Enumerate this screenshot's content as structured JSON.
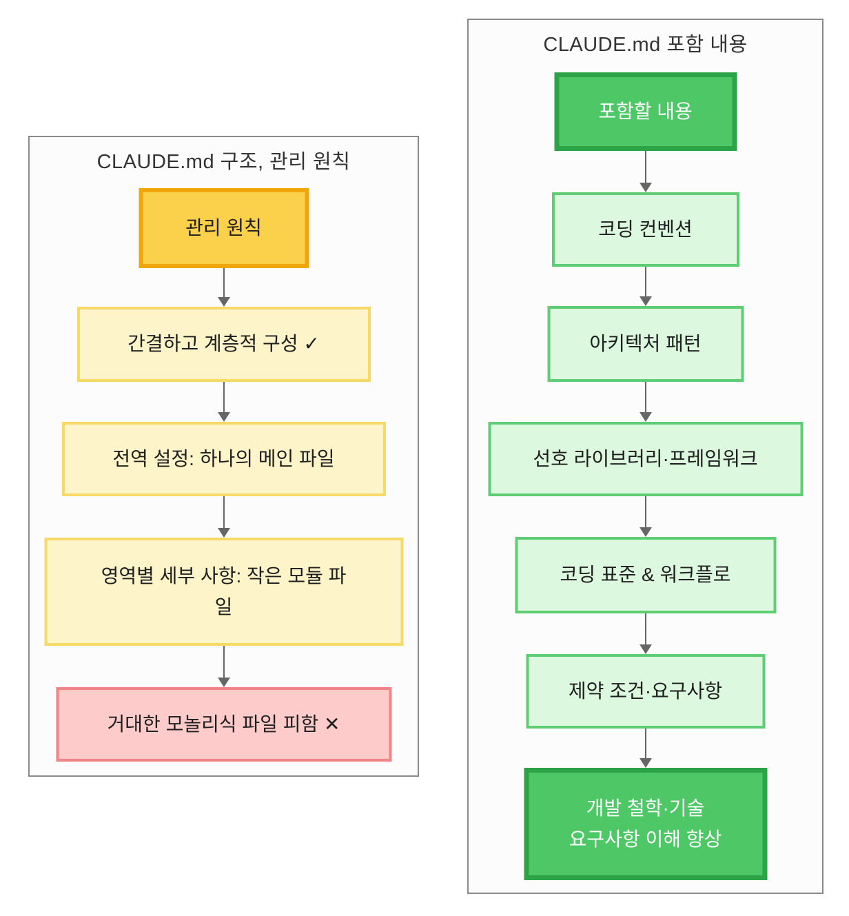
{
  "diagram_type": "flowchart-pair",
  "left_chart": {
    "title": "CLAUDE.md 구조, 관리 원칙",
    "nodes": [
      {
        "id": "management-principles",
        "label": "관리 원칙",
        "style": "orange"
      },
      {
        "id": "concise-hierarchical-structure",
        "label": "간결하고 계층적 구성 ✓",
        "style": "yellow"
      },
      {
        "id": "global-settings-main-file",
        "label": "전역 설정: 하나의 메인 파일",
        "style": "yellow"
      },
      {
        "id": "domain-details-module-files",
        "label": "영역별 세부 사항: 작은 모듈 파\n일",
        "style": "yellow"
      },
      {
        "id": "avoid-monolithic-file",
        "label": "거대한 모놀리식 파일 피함 ✕",
        "style": "red"
      }
    ],
    "edges": [
      [
        "관리 원칙",
        "간결하고 계층적 구성 ✓"
      ],
      [
        "간결하고 계층적 구성 ✓",
        "전역 설정: 하나의 메인 파일"
      ],
      [
        "전역 설정: 하나의 메인 파일",
        "영역별 세부 사항: 작은 모듈 파일"
      ],
      [
        "영역별 세부 사항: 작은 모듈 파일",
        "거대한 모놀리식 파일 피함 ✕"
      ]
    ]
  },
  "right_chart": {
    "title": "CLAUDE.md 포함 내용",
    "nodes": [
      {
        "id": "content-to-include",
        "label": "포함할 내용",
        "style": "green-dark"
      },
      {
        "id": "coding-conventions",
        "label": "코딩 컨벤션",
        "style": "green-light"
      },
      {
        "id": "architecture-patterns",
        "label": "아키텍처 패턴",
        "style": "green-light"
      },
      {
        "id": "preferred-libraries-frameworks",
        "label": "선호 라이브러리·프레임워크",
        "style": "green-light"
      },
      {
        "id": "coding-standards-workflow",
        "label": "코딩 표준 & 워크플로",
        "style": "green-light"
      },
      {
        "id": "constraints-requirements",
        "label": "제약 조건·요구사항",
        "style": "green-light"
      },
      {
        "id": "dev-philosophy-understanding",
        "label": "개발 철학·기술\n요구사항 이해 향상",
        "style": "green-dark"
      }
    ],
    "edges": [
      [
        "포함할 내용",
        "코딩 컨벤션"
      ],
      [
        "코딩 컨벤션",
        "아키텍처 패턴"
      ],
      [
        "아키텍처 패턴",
        "선호 라이브러리·프레임워크"
      ],
      [
        "선호 라이브러리·프레임워크",
        "코딩 표준 & 워크플로"
      ],
      [
        "코딩 표준 & 워크플로",
        "제약 조건·요구사항"
      ],
      [
        "제약 조건·요구사항",
        "개발 철학·기술 요구사항 이해 향상"
      ]
    ]
  },
  "colors": {
    "orange_fill": "#FBD04B",
    "orange_border": "#F0A60B",
    "yellow_fill": "#FDF4CA",
    "yellow_border": "#F8D966",
    "red_fill": "#FECBCB",
    "red_border": "#F08383",
    "green_dark_fill": "#4EC766",
    "green_dark_border": "#2BA346",
    "green_light_fill": "#DCF8DF",
    "green_light_border": "#5FCD73",
    "panel_border": "#8A8A8A",
    "panel_background": "#FCFCFC",
    "arrow": "#666666",
    "text": "#1E1E1E",
    "text_on_dark": "#FFFFFF",
    "title_text": "#333333"
  }
}
